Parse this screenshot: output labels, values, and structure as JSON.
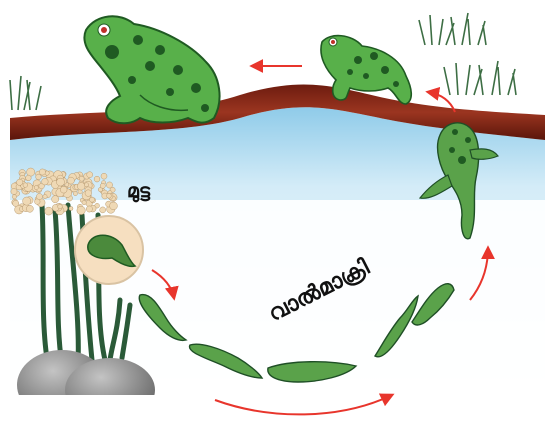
{
  "labels": {
    "egg": "മുട്ട",
    "tadpole": "വാൽമാക്രി"
  },
  "colors": {
    "soil": "#8a2a18",
    "soil_dark": "#5e160b",
    "water": "#cfe9f7",
    "frog_green": "#58b04a",
    "frog_dark": "#1f5a22",
    "arrow": "#e8352c",
    "eggs": "#efd9b5",
    "reed": "#2a5a38",
    "rock": "#8c8c8c"
  },
  "stages": [
    "eggs",
    "tadpole",
    "tadpole-with-legs",
    "froglet",
    "young-frog",
    "adult-frog"
  ]
}
